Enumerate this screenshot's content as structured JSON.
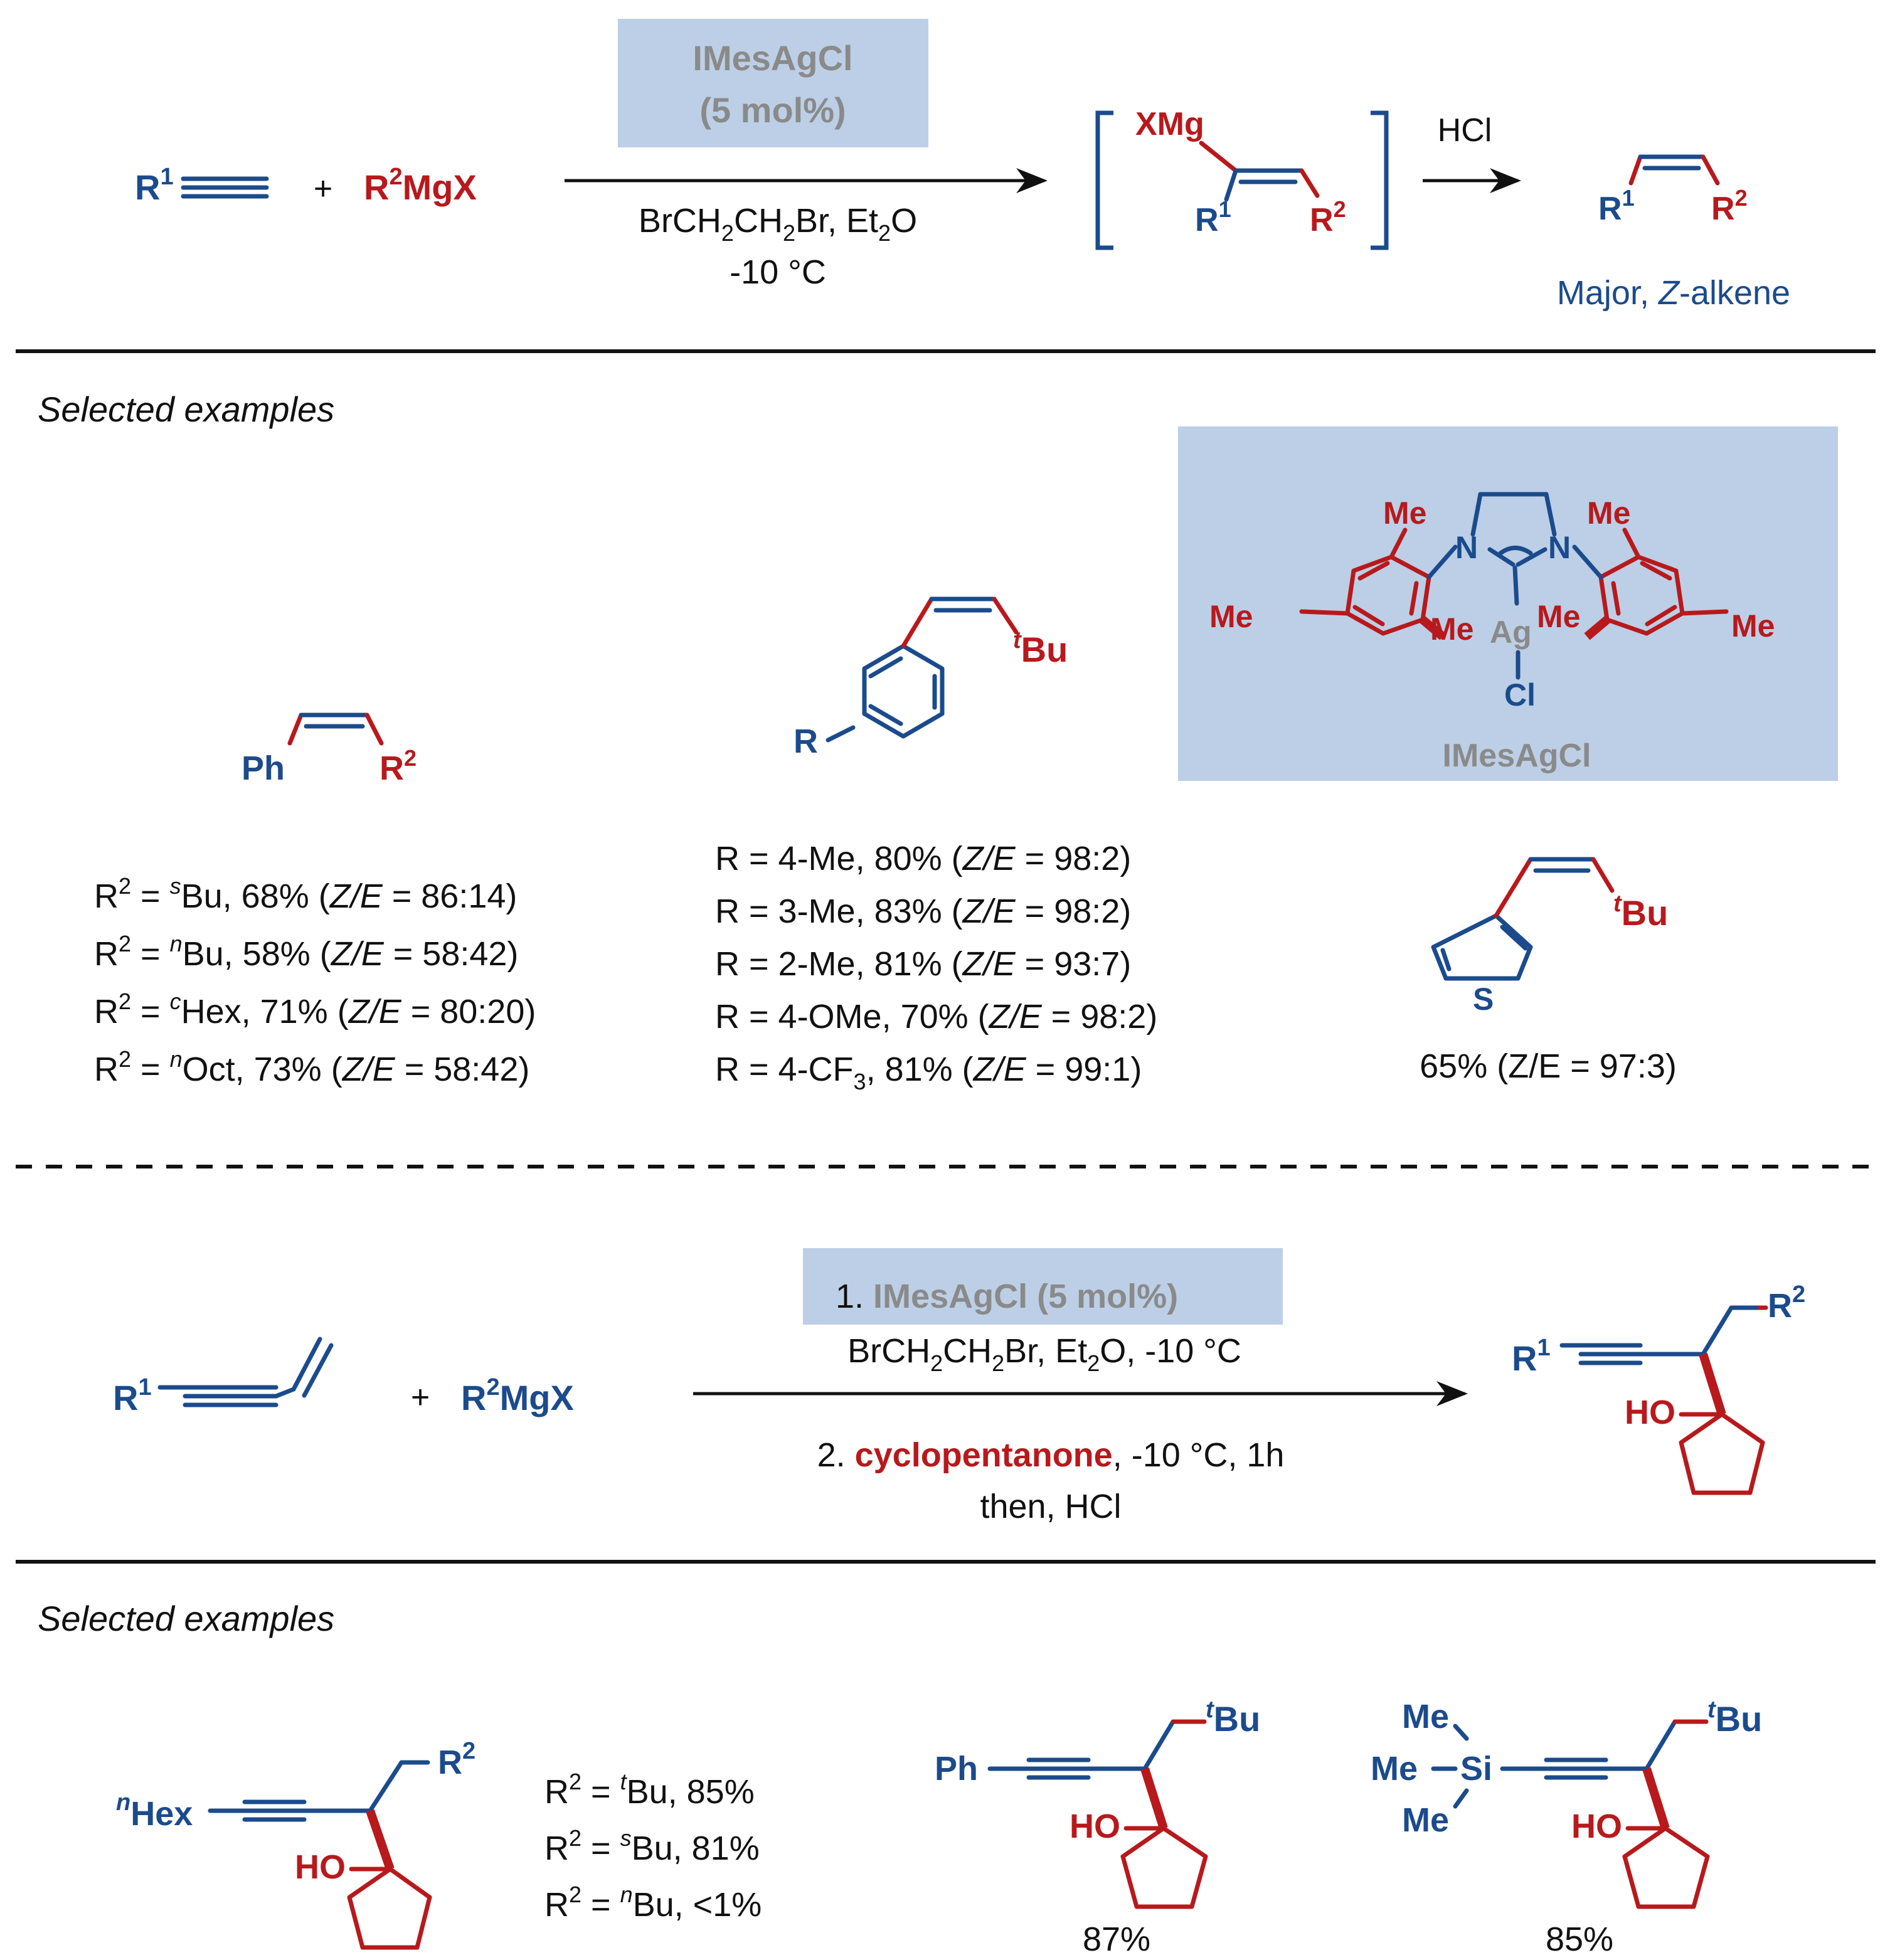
{
  "colors": {
    "blue": "#1b4b8c",
    "red": "#b8191c",
    "highlight": "#bccfe6",
    "text": "#111111",
    "gray": "#8a8a8a"
  },
  "reaction1": {
    "r1": "R",
    "r1_sup": "1",
    "plus": "+",
    "grignard_r": "R",
    "grignard_sup": "2",
    "grignard_mgx": "MgX",
    "catalyst_line1": "IMesAgCl",
    "catalyst_line2": "(5 mol%)",
    "conditions_1a": "BrCH",
    "conditions_sub1": "2",
    "conditions_1b": "CH",
    "conditions_sub2": "2",
    "conditions_1c": "Br, Et",
    "conditions_sub3": "2",
    "conditions_1d": "O",
    "conditions_2": "-10 °C",
    "intermediate_xmg": "XMg",
    "int_r1": "R",
    "int_r1_sup": "1",
    "int_r2": "R",
    "int_r2_sup": "2",
    "quench": "HCl",
    "prod_r1": "R",
    "prod_r1_sup": "1",
    "prod_r2": "R",
    "prod_r2_sup": "2",
    "product_caption_a": "Major, ",
    "product_caption_z": "Z",
    "product_caption_b": "-alkene"
  },
  "section1": {
    "heading": "Selected examples",
    "ph_label": "Ph",
    "ph_r2": "R",
    "ph_r2_sup": "2",
    "ph_examples": [
      {
        "pre": "R",
        "sup1": "2",
        "mid": " = ",
        "sup2": "s",
        "name": "Bu, 68%  (",
        "z": "Z/E",
        "ratio": " = 86:14)"
      },
      {
        "pre": "R",
        "sup1": "2",
        "mid": " = ",
        "sup2": "n",
        "name": "Bu, 58%  (",
        "z": "Z/E",
        "ratio": " = 58:42)"
      },
      {
        "pre": "R",
        "sup1": "2",
        "mid": " = ",
        "sup2": "c",
        "name": "Hex, 71%  (",
        "z": "Z/E",
        "ratio": " = 80:20)"
      },
      {
        "pre": "R",
        "sup1": "2",
        "mid": " = ",
        "sup2": "n",
        "name": "Oct, 73%  (",
        "z": "Z/E",
        "ratio": " = 58:42)"
      }
    ],
    "aryl_r": "R",
    "aryl_tbu_t": "t",
    "aryl_tbu": "Bu",
    "aryl_examples": [
      {
        "a": "R = 4-Me, 80%  (",
        "z": "Z/E",
        "b": " = 98:2)"
      },
      {
        "a": "R = 3-Me, 83%  (",
        "z": "Z/E",
        "b": " = 98:2)"
      },
      {
        "a": "R = 2-Me, 81%  (",
        "z": "Z/E",
        "b": " = 93:7)"
      },
      {
        "a": "R = 4-OMe, 70% (",
        "z": "Z/E",
        "b": " = 98:2)"
      }
    ],
    "aryl_cf3_a": "R = 4-CF",
    "aryl_cf3_sub": "3",
    "aryl_cf3_b": ", 81% (",
    "aryl_cf3_z": "Z/E",
    "aryl_cf3_c": " = 99:1)",
    "catalyst_me": "Me",
    "catalyst_n": "N",
    "catalyst_ag": "Ag",
    "catalyst_cl": "Cl",
    "catalyst_name": "IMesAgCl",
    "thio_s": "S",
    "thio_tbu_t": "t",
    "thio_tbu": "Bu",
    "thio_yield": "65% (Z/E = 97:3)"
  },
  "reaction2": {
    "r1": "R",
    "r1_sup": "1",
    "plus": "+",
    "grignard_r": "R",
    "grignard_sup": "2",
    "grignard_mgx": "MgX",
    "step1_num": "1. ",
    "step1_cat": "IMesAgCl (5 mol%)",
    "step1_cond_a": "BrCH",
    "step1_sub1": "2",
    "step1_cond_b": "CH",
    "step1_sub2": "2",
    "step1_cond_c": "Br, Et",
    "step1_sub3": "2",
    "step1_cond_d": "O, -10 °C",
    "step2_num": "2. ",
    "step2_reagent": "cyclopentanone",
    "step2_rest": ", -10 °C, 1h",
    "step2_then": "then, HCl",
    "prod_r1": "R",
    "prod_r1_sup": "1",
    "prod_r2": "R",
    "prod_r2_sup": "2",
    "prod_ho": "HO"
  },
  "section2": {
    "heading": "Selected examples",
    "hex_prefix": "n",
    "hex_label": "Hex",
    "hex_r2": "R",
    "hex_r2_sup": "2",
    "hex_ho": "HO",
    "hex_examples": [
      {
        "pre": "R",
        "sup1": "2",
        "mid": " = ",
        "sup2": "t",
        "rest": "Bu, 85%"
      },
      {
        "pre": "R",
        "sup1": "2",
        "mid": " = ",
        "sup2": "s",
        "rest": "Bu, 81%"
      },
      {
        "pre": "R",
        "sup1": "2",
        "mid": " = ",
        "sup2": "n",
        "rest": "Bu, <1%"
      }
    ],
    "ph_label": "Ph",
    "ph_tbu_t": "t",
    "ph_tbu": "Bu",
    "ph_ho": "HO",
    "ph_yield": "87%",
    "tms_me": "Me",
    "tms_si": "Si",
    "tms_tbu_t": "t",
    "tms_tbu": "Bu",
    "tms_ho": "HO",
    "tms_yield": "85%"
  }
}
